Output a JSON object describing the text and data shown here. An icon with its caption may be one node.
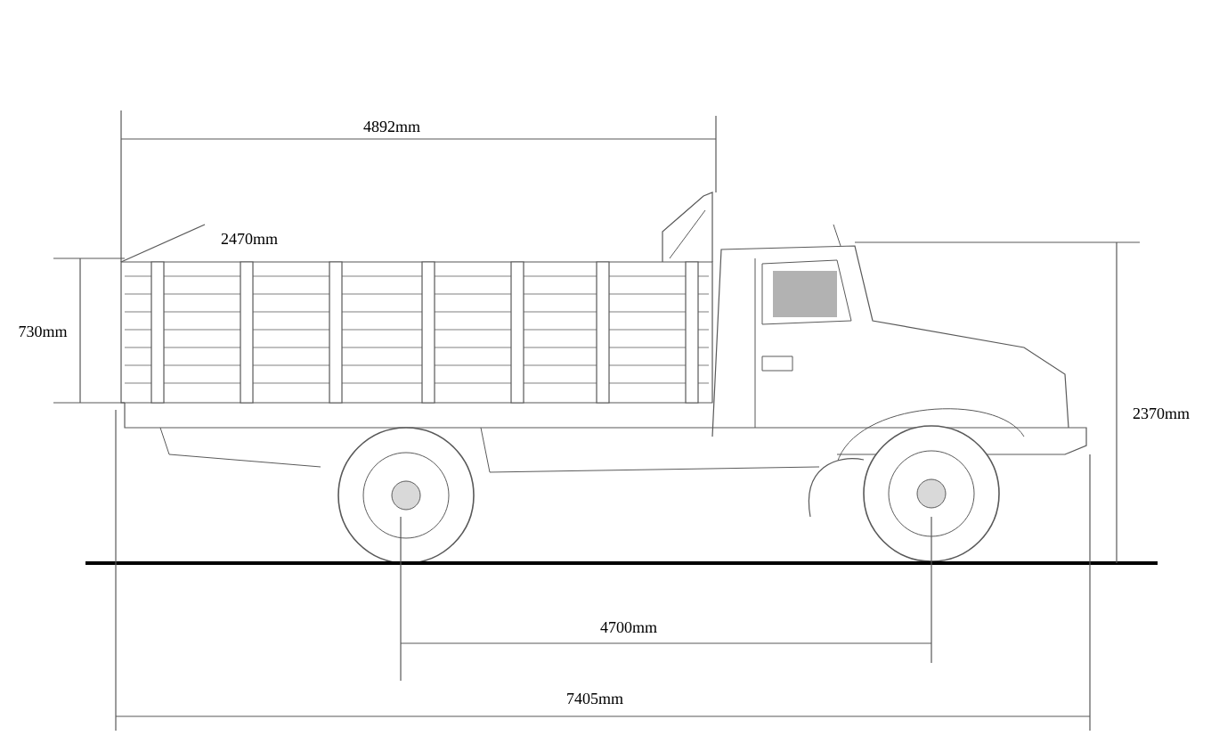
{
  "diagram": {
    "labels": [
      "4892mm",
      "2470mm",
      "730mm",
      "2370mm",
      "4700mm",
      "7405mm"
    ]
  }
}
